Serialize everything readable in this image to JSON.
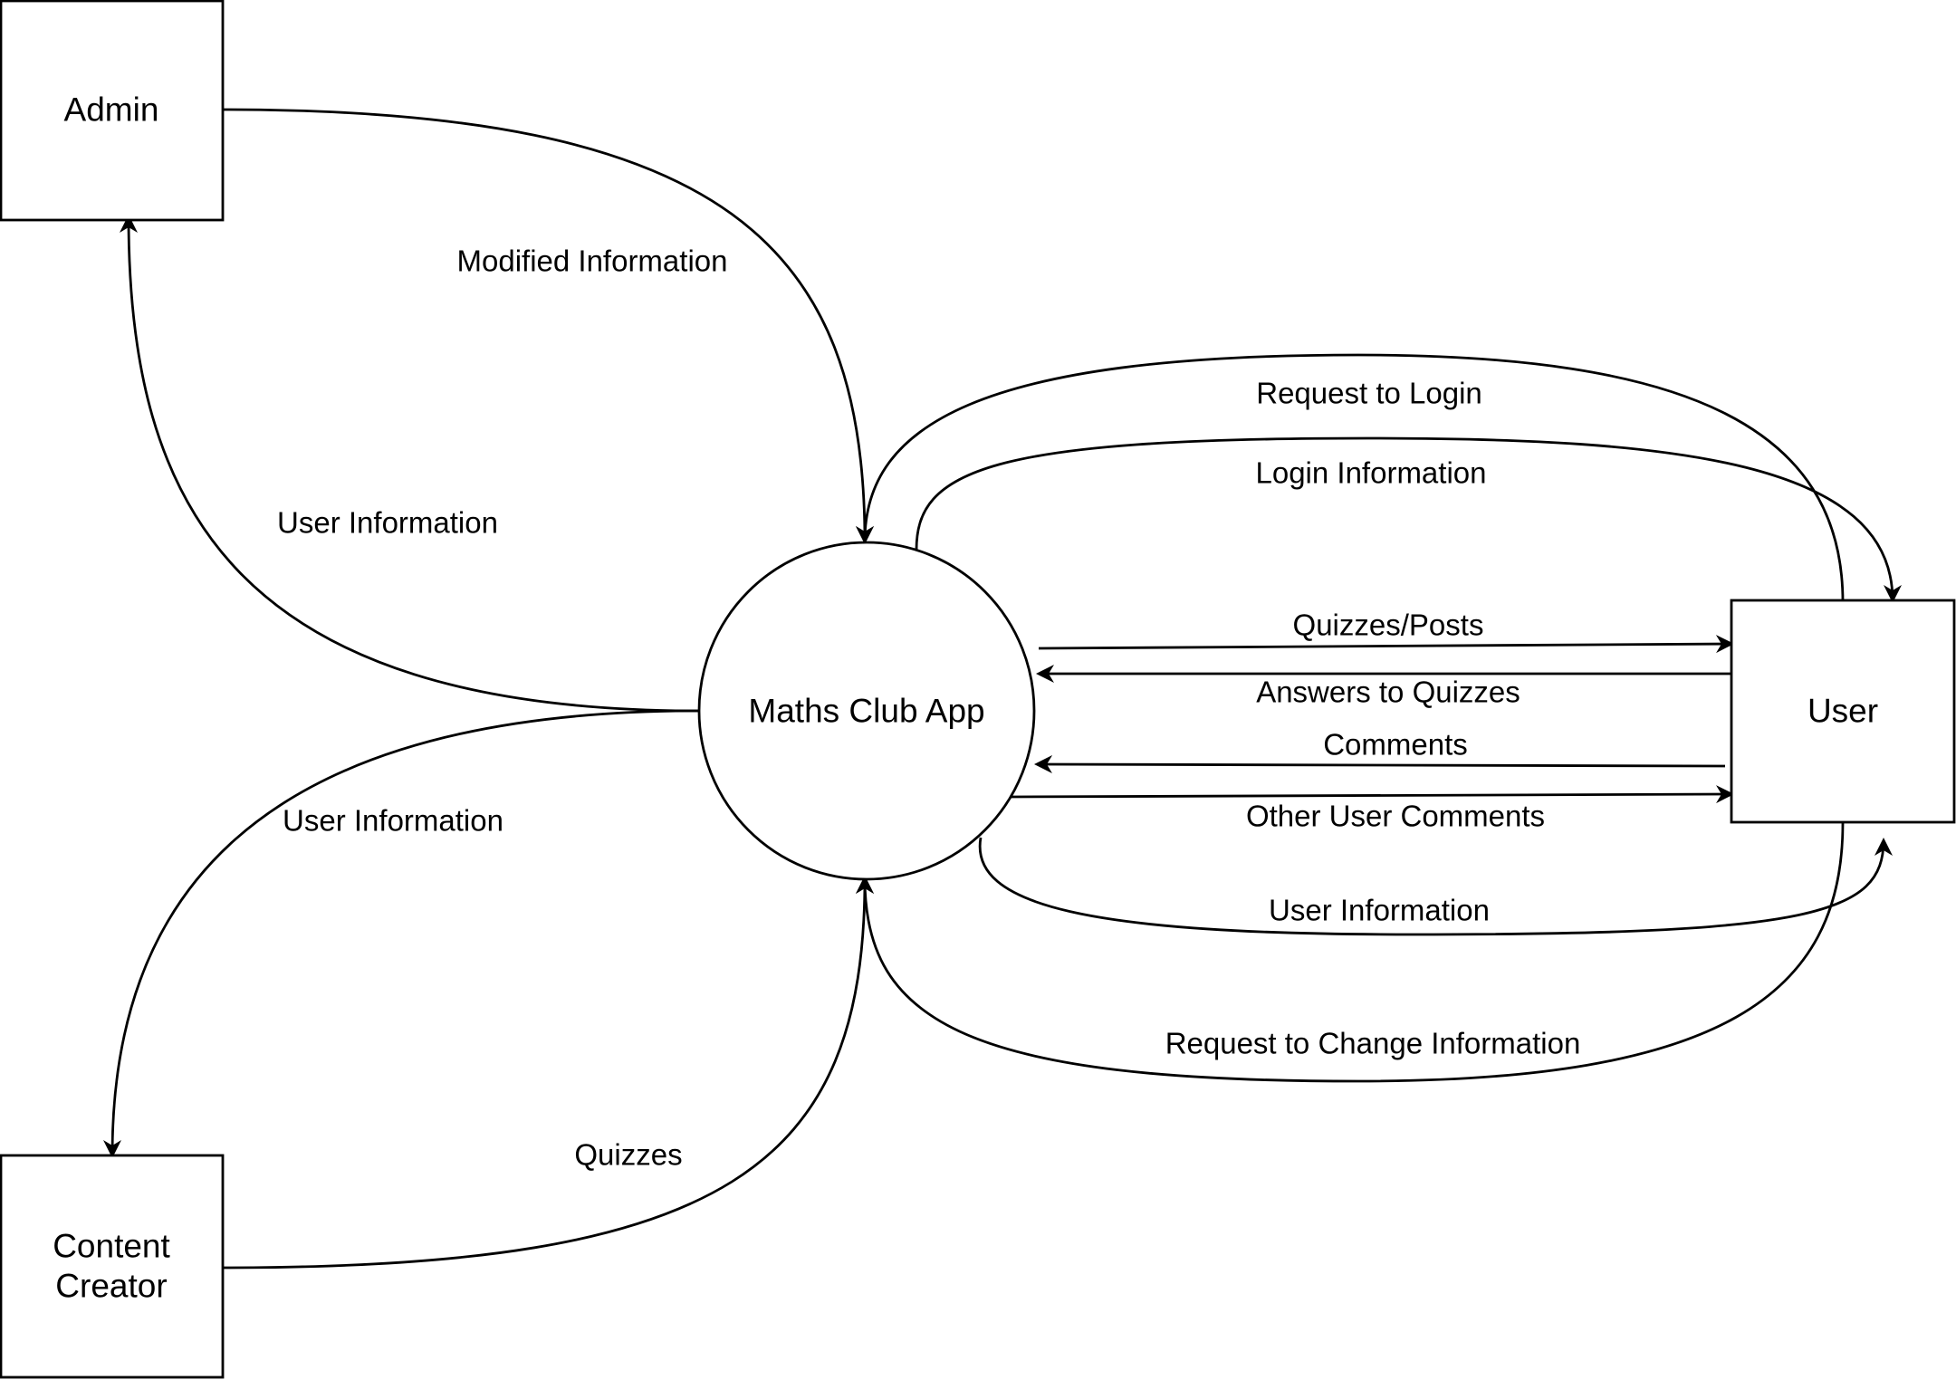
{
  "diagram": {
    "nodes": {
      "admin": {
        "label": "Admin"
      },
      "content_creator": {
        "label_line1": "Content",
        "label_line2": "Creator"
      },
      "app": {
        "label": "Maths Club App"
      },
      "user": {
        "label": "User"
      }
    },
    "flows": {
      "modified_information": "Modified Information",
      "user_information_to_admin": "User Information",
      "user_information_to_creator": "User Information",
      "quizzes": "Quizzes",
      "request_to_login": "Request to Login",
      "login_information": "Login Information",
      "quizzes_posts": "Quizzes/Posts",
      "answers_to_quizzes": "Answers to Quizzes",
      "comments": "Comments",
      "other_user_comments": "Other User Comments",
      "user_information_to_user": "User Information",
      "request_to_change_information": "Request to Change Information"
    }
  }
}
